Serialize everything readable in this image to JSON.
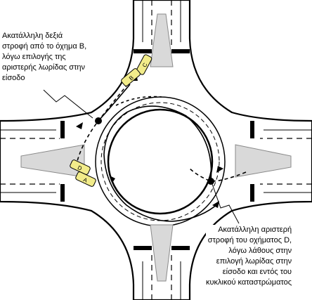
{
  "callouts": [
    "Ακατάλληλη δεξιά\nστροφή από το όχημα Β,\nλόγω επιλογής της\nαριστερής λωρίδας στην\nείσοδο",
    "Ακατάλληλη αριστερή\nστροφή του οχήματος D,\nλόγω λάθους στην\nεπιλογή λωρίδας στην\nείσοδο και εντός του\nκυκλικού καταστρώματος"
  ],
  "vehicle_labels": [
    "C",
    "B",
    "D",
    "A"
  ],
  "colors": {
    "road": "#ffffff",
    "outline": "#000000",
    "island": "#d9d9d9",
    "island_edge": "#9e9e9e",
    "vehicle_fill": "#f2ec8a"
  }
}
